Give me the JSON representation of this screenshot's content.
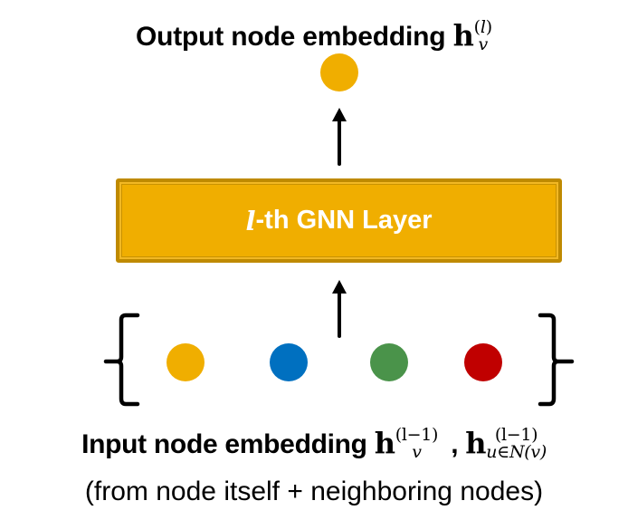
{
  "title": {
    "text": "Output node embedding",
    "math_symbol": "h",
    "superscript_var": "l",
    "subscript": "v"
  },
  "layer": {
    "prefix": "l",
    "label": "-th GNN Layer",
    "fill_color": "#F0AE00",
    "border_color": "#BF8A00",
    "text_color": "#FFFFFF"
  },
  "output_node": {
    "color": "#F0AE00"
  },
  "input_nodes": [
    {
      "name": "self",
      "color": "#F0AE00"
    },
    {
      "name": "neighbor-1",
      "color": "#0070C0"
    },
    {
      "name": "neighbor-2",
      "color": "#4A934A"
    },
    {
      "name": "neighbor-3",
      "color": "#C00000"
    }
  ],
  "input_caption": {
    "text": "Input node embedding",
    "math_symbol": "h",
    "superscript_1": "(l−1)",
    "subscript_1": "v",
    "separator": ",",
    "superscript_2": "(l−1)",
    "subscript_2": "u∈N(v)",
    "note": "(from node itself + neighboring nodes)"
  }
}
